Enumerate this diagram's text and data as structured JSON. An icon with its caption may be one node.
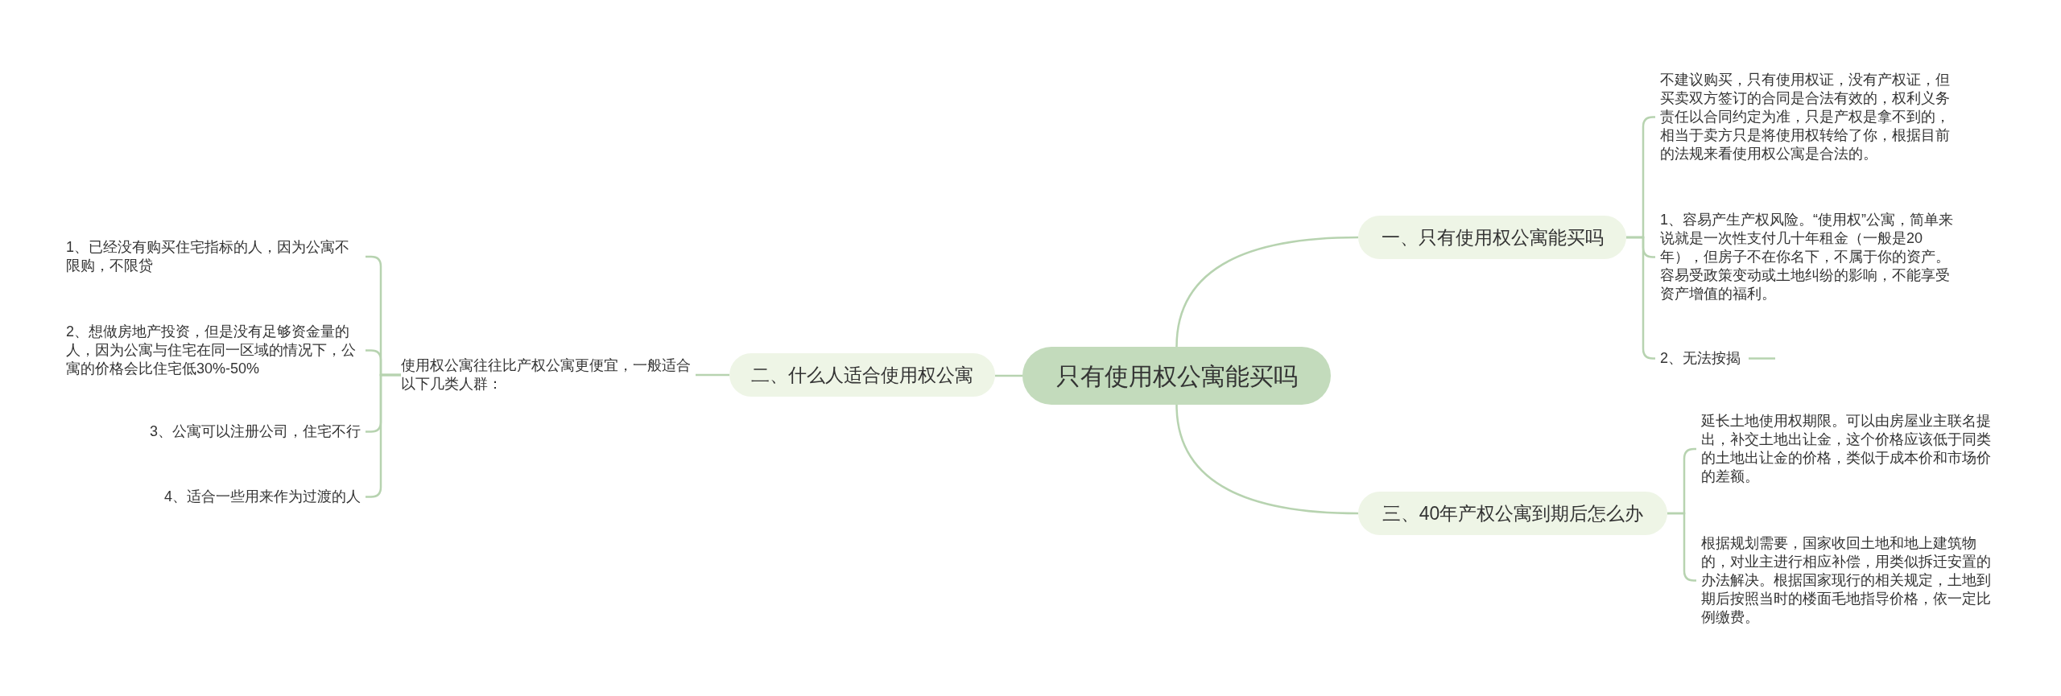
{
  "diagram": {
    "nodes": [
      {
        "text": [
          "只有使用权公寓能买吗"
        ]
      },
      {
        "text": [
          "一、只有使用权公寓能买吗"
        ]
      },
      {
        "text": [
          "不建议购买，只有使用权证，没有产权证，但买卖双方签订的合同是合法有效的，权利义务责任以合同约定为准，只是产权是拿不到的，相当于卖方只是将使用权转给了你，根据目前的法规来看使用权公寓是合法的。"
        ]
      },
      {
        "text": [
          "1、容易产生产权风险。“使用权”公寓，简单来说就是一次性支付几十年租金（一般是20年），但房子不在你名下，不属于你的资产。容易受政策变动或土地纠纷的影响，不能享受资产增值的福利。"
        ]
      },
      {
        "text": [
          "2、无法按揭"
        ]
      },
      {
        "text": [
          "二、什么人适合使用权公寓"
        ]
      },
      {
        "text": [
          "使用权公寓往往比产权公寓更便宜，一般适合以下几类人群："
        ]
      },
      {
        "text": [
          "1、已经没有购买住宅指标的人，因为公寓不限购，不限贷"
        ]
      },
      {
        "text": [
          "2、想做房地产投资，但是没有足够资金量的人，因为公寓与住宅在同一区域的情况下，公寓的价格会比住宅低30%-50%"
        ]
      },
      {
        "text": [
          "3、公寓可以注册公司，住宅不行"
        ]
      },
      {
        "text": [
          "4、适合一些用来作为过渡的人"
        ]
      },
      {
        "text": [
          "三、40年产权公寓到期后怎么办"
        ]
      },
      {
        "text": [
          "延长土地使用权期限。可以由房屋业主联名提出，补交土地出让金，这个价格应该低于同类的土地出让金的价格，类似于成本价和市场价的差额。"
        ]
      },
      {
        "text": [
          "根据规划需要，国家收回土地和地上建筑物的，对业主进行相应补偿，用类似拆迁安置的办法解决。根据国家现行的相关规定，土地到期后按照当时的楼面毛地指导价格，依一定比例缴费。"
        ]
      }
    ],
    "edges": [
      {
        "from": 0,
        "to": 1,
        "arrow": "none"
      },
      {
        "from": 1,
        "to": 2,
        "arrow": "none"
      },
      {
        "from": 1,
        "to": 3,
        "arrow": "none"
      },
      {
        "from": 1,
        "to": 4,
        "arrow": "none"
      },
      {
        "from": 4,
        "to": null,
        "arrow": "none"
      },
      {
        "from": 0,
        "to": 5,
        "arrow": "none"
      },
      {
        "from": 5,
        "to": 6,
        "arrow": "none"
      },
      {
        "from": 6,
        "to": 7,
        "arrow": "none"
      },
      {
        "from": 6,
        "to": 8,
        "arrow": "none"
      },
      {
        "from": 6,
        "to": 9,
        "arrow": "none"
      },
      {
        "from": 6,
        "to": 10,
        "arrow": "none"
      },
      {
        "from": 0,
        "to": 11,
        "arrow": "none"
      },
      {
        "from": 11,
        "to": 12,
        "arrow": "none"
      },
      {
        "from": 11,
        "to": 13,
        "arrow": "none"
      }
    ]
  }
}
